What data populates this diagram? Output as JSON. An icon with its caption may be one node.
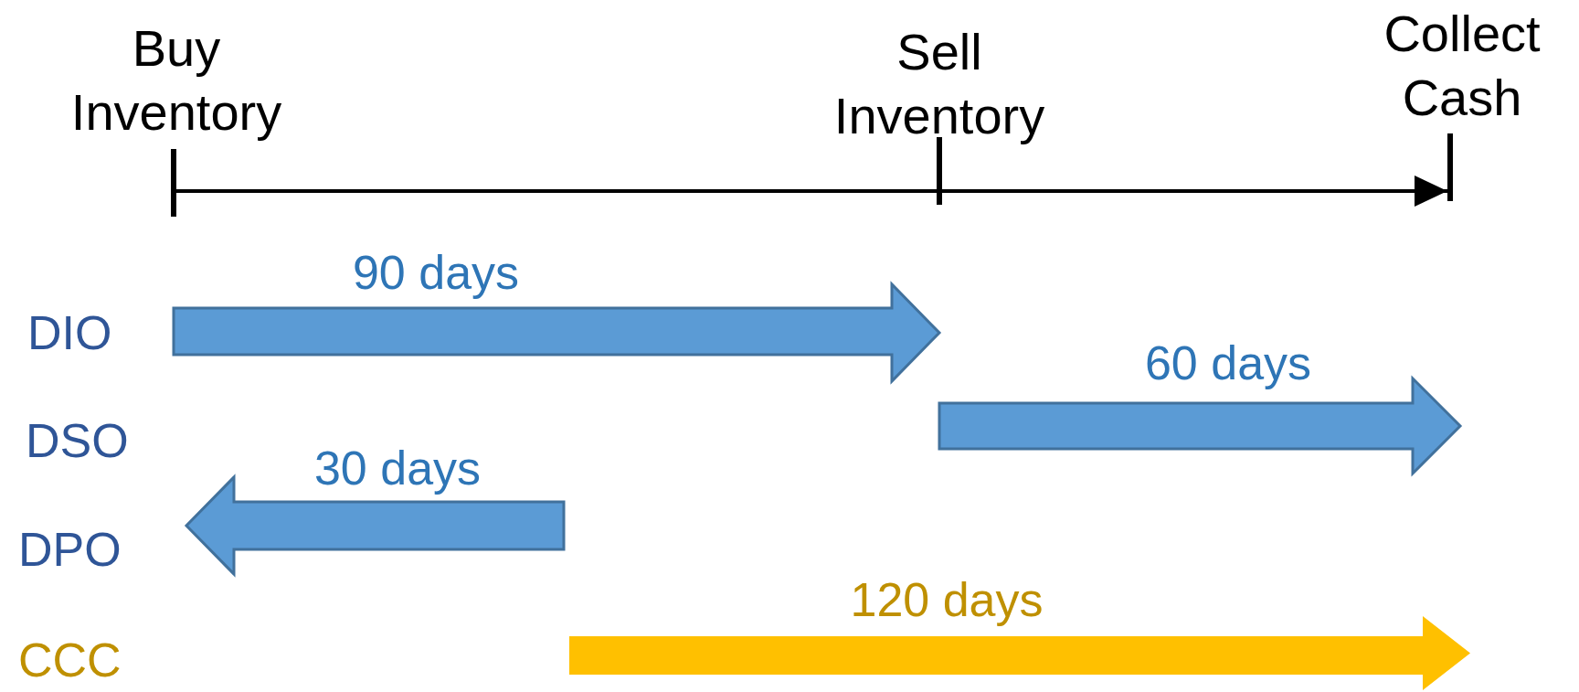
{
  "diagram": {
    "nodes": [
      {
        "text": [],
        "shape": "bar",
        "beside": [
          "Buy Inventory"
        ]
      },
      {
        "text": [],
        "shape": "bar",
        "beside": [
          "Sell Inventory"
        ]
      },
      {
        "text": [],
        "shape": "bar",
        "beside": [
          "Collect Cash"
        ]
      },
      {
        "text": [
          "90 days"
        ]
      },
      {
        "text": [
          "60 days"
        ]
      },
      {
        "text": [
          "30 days"
        ]
      },
      {
        "text": [
          "120 days"
        ]
      }
    ],
    "edges": [
      {
        "from": 0,
        "to": 1,
        "arrow": "none"
      },
      {
        "from": 1,
        "to": 2,
        "arrow": "to"
      }
    ],
    "labels": [
      "DIO",
      "DSO",
      "DPO",
      "CCC"
    ]
  }
}
